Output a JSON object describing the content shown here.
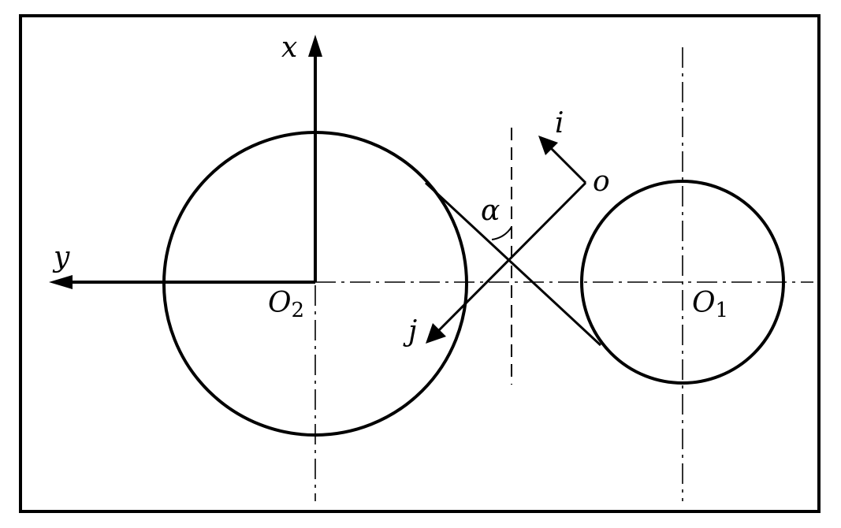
{
  "labels": {
    "x_axis": "x",
    "y_axis": "y",
    "i_axis": "i",
    "j_axis": "j",
    "origin_o": "o",
    "angle": "α",
    "center_2_main": "O",
    "center_2_sub": "2",
    "center_1_main": "O",
    "center_1_sub": "1"
  },
  "colors": {
    "stroke": "#000000",
    "background": "#ffffff"
  }
}
